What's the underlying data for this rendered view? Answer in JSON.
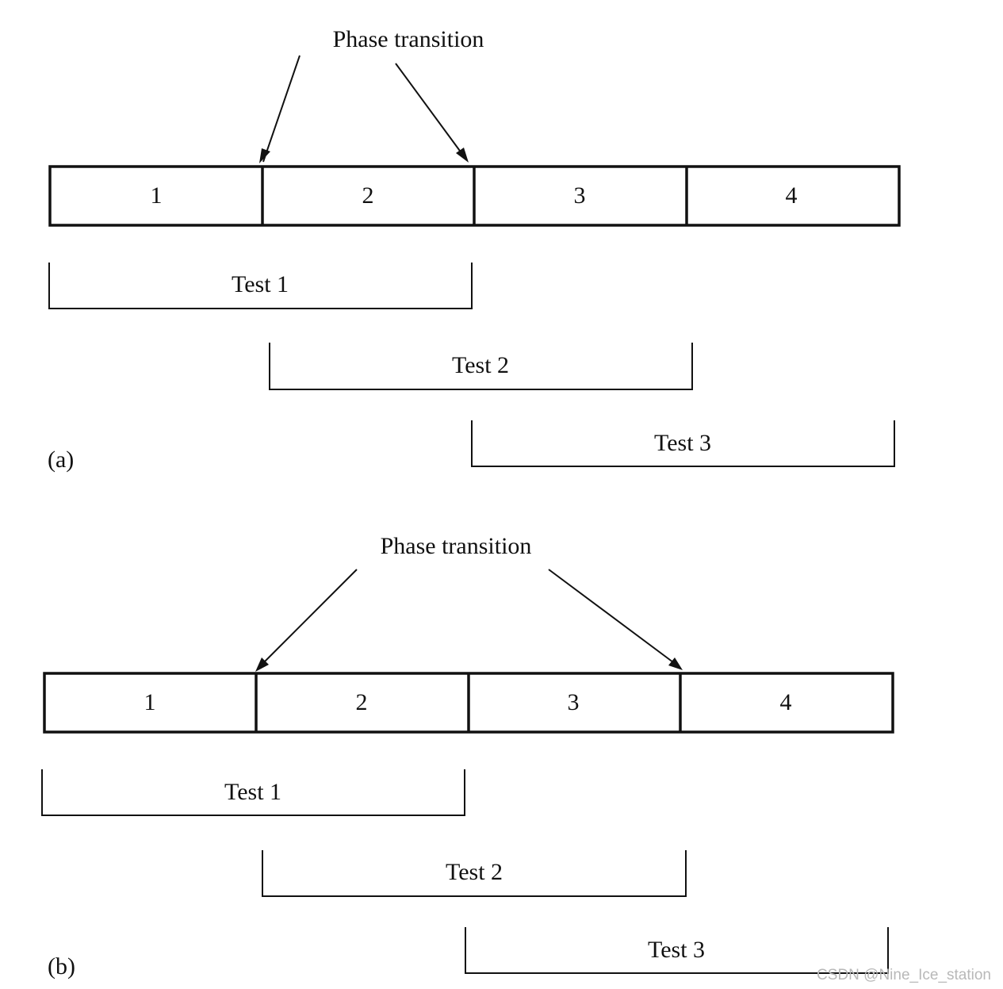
{
  "panels": [
    {
      "id": "a",
      "label": "(a)",
      "phase_label": "Phase transition",
      "segments": [
        "1",
        "2",
        "3",
        "4"
      ],
      "tests": [
        "Test 1",
        "Test 2",
        "Test 3"
      ]
    },
    {
      "id": "b",
      "label": "(b)",
      "phase_label": "Phase transition",
      "segments": [
        "1",
        "2",
        "3",
        "4"
      ],
      "tests": [
        "Test 1",
        "Test 2",
        "Test 3"
      ]
    }
  ],
  "watermark": "CSDN @Nine_Ice_station"
}
